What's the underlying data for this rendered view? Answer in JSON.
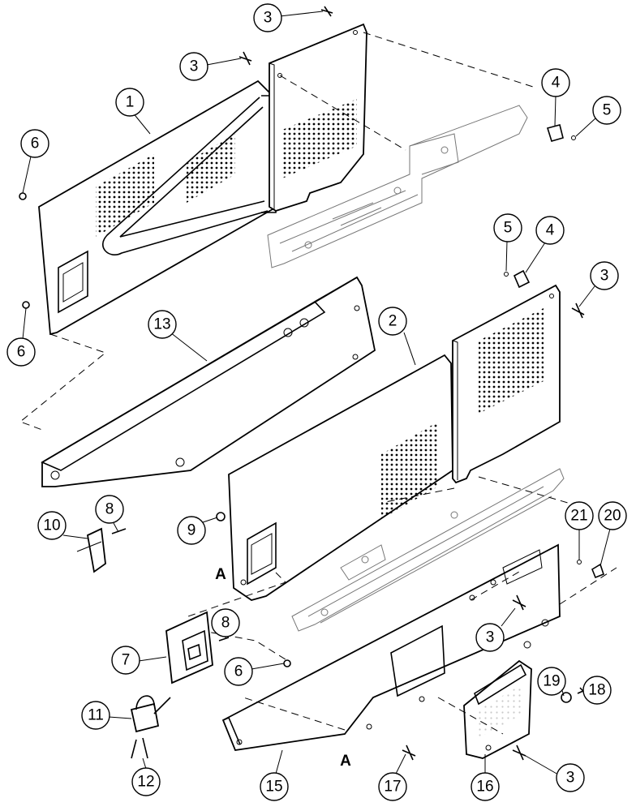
{
  "callouts": {
    "c1": "1",
    "c2": "2",
    "c3a": "3",
    "c3b": "3",
    "c3c": "3",
    "c3d": "3",
    "c3e": "3",
    "c4a": "4",
    "c4b": "4",
    "c5a": "5",
    "c5b": "5",
    "c6a": "6",
    "c6b": "6",
    "c6c": "6",
    "c7": "7",
    "c8a": "8",
    "c8b": "8",
    "c9": "9",
    "c10": "10",
    "c11": "11",
    "c12": "12",
    "c13": "13",
    "c15": "15",
    "c16": "16",
    "c17": "17",
    "c18": "18",
    "c19": "19",
    "c20": "20",
    "c21": "21"
  },
  "section_marks": {
    "a1": "A",
    "a2": "A"
  }
}
